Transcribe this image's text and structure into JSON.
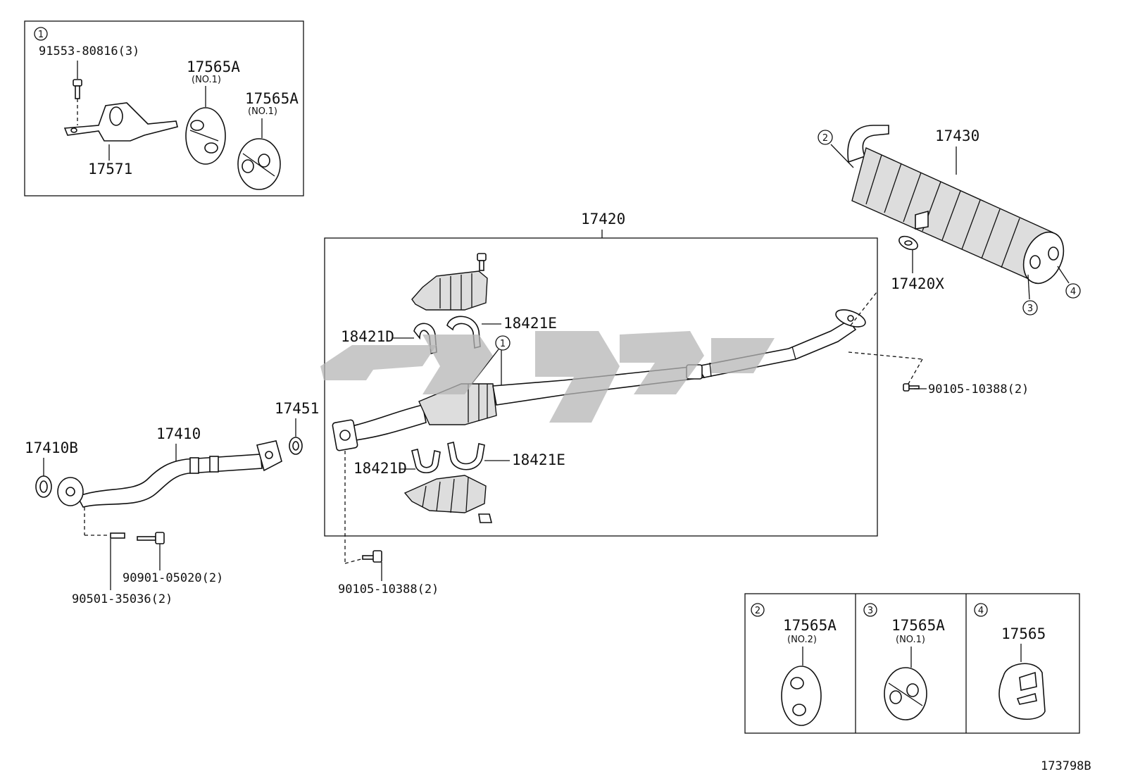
{
  "labels": {
    "inset1_bolt": "91553-80816(3)",
    "inset1_hanger_a": "17565A",
    "inset1_hanger_a_sub": "(NO.1)",
    "inset1_hanger_b": "17565A",
    "inset1_hanger_b_sub": "(NO.1)",
    "inset1_bracket": "17571",
    "tail_muffler": "17430",
    "gasket_17420x": "17420X",
    "converter_assy": "17420",
    "clamp_d_top": "18421D",
    "clamp_e_top": "18421E",
    "clamp_d_bot": "18421D",
    "clamp_e_bot": "18421E",
    "front_pipe": "17410",
    "gasket_17451": "17451",
    "gasket_17410b": "17410B",
    "bolt_right": "90105-10388(2)",
    "bolt_left": "90105-10388(2)",
    "stud": "90501-35036(2)",
    "bolt_90901": "90901-05020(2)",
    "inset2_part": "17565A",
    "inset2_sub": "(NO.2)",
    "inset3_part": "17565A",
    "inset3_sub": "(NO.1)",
    "inset4_part": "17565",
    "diagram_code": "173798B"
  },
  "callouts": {
    "c1": "1",
    "c2": "2",
    "c3": "3",
    "c4": "4"
  }
}
